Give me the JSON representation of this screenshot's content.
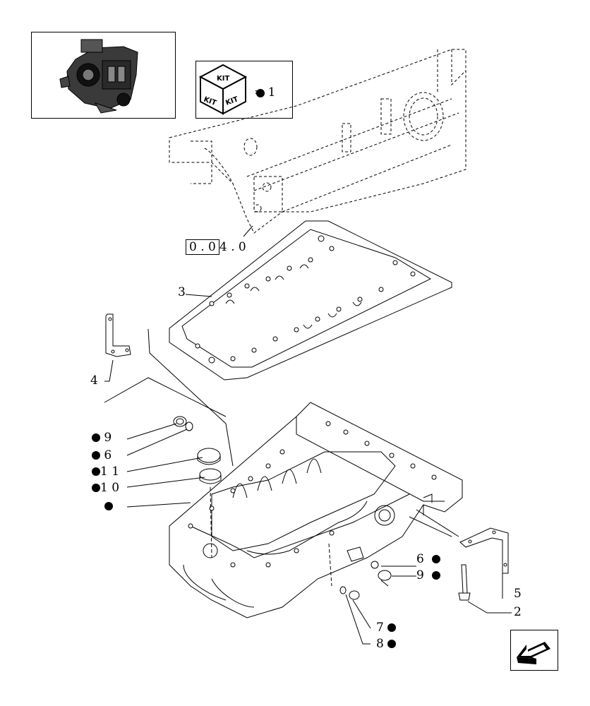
{
  "kit_legend": {
    "icon_top": "KIT",
    "icon_left": "KIT",
    "icon_right": "KIT",
    "equals_text": "= 1"
  },
  "reference": {
    "boxed_part": "0 . 0",
    "rest": "4 . 0"
  },
  "callouts": [
    {
      "id": "c3",
      "text": "3",
      "dot": false
    },
    {
      "id": "c4",
      "text": "4",
      "dot": false
    },
    {
      "id": "c9a",
      "text": "9",
      "dot": true
    },
    {
      "id": "c6a",
      "text": "6",
      "dot": true
    },
    {
      "id": "c11",
      "text": "1 1",
      "dot": true
    },
    {
      "id": "c10",
      "text": "1 0",
      "dot": true
    },
    {
      "id": "cdot",
      "text": "",
      "dot": true
    },
    {
      "id": "c6b",
      "text": "6",
      "dot": true
    },
    {
      "id": "c9b",
      "text": "9",
      "dot": true
    },
    {
      "id": "c5",
      "text": "5",
      "dot": false
    },
    {
      "id": "c2",
      "text": "2",
      "dot": false
    },
    {
      "id": "c7",
      "text": "7",
      "dot": true
    },
    {
      "id": "c8",
      "text": "8",
      "dot": true
    }
  ],
  "icons": {
    "thumbnail": "engine-thumbnail-icon",
    "kit": "kit-box-icon",
    "nav": "next-page-arrow-icon"
  }
}
